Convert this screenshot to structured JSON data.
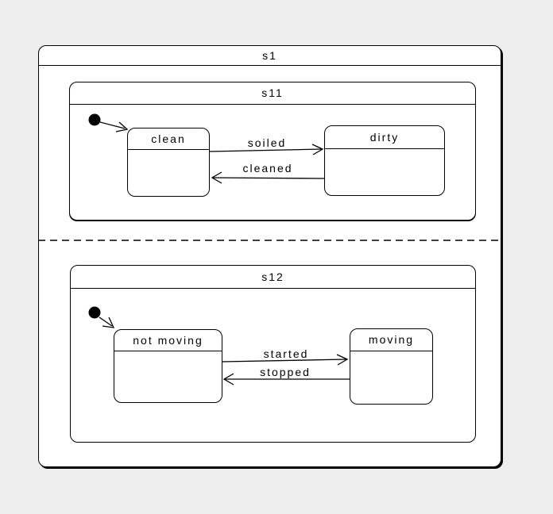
{
  "colors": {
    "background": "#ededed",
    "state_fill": "#ffffff",
    "stroke": "#000000"
  },
  "states": {
    "s1": {
      "label": "s1",
      "type": "composite",
      "regions": 2
    },
    "s11": {
      "label": "s11",
      "type": "composite"
    },
    "s12": {
      "label": "s12",
      "type": "composite"
    },
    "clean": {
      "label": "clean",
      "type": "simple"
    },
    "dirty": {
      "label": "dirty",
      "type": "simple"
    },
    "not_moving": {
      "label": "not moving",
      "type": "simple"
    },
    "moving": {
      "label": "moving",
      "type": "simple"
    }
  },
  "transitions": {
    "soiled": {
      "label": "soiled",
      "from": "clean",
      "to": "dirty"
    },
    "cleaned": {
      "label": "cleaned",
      "from": "dirty",
      "to": "clean"
    },
    "started": {
      "label": "started",
      "from": "not_moving",
      "to": "moving"
    },
    "stopped": {
      "label": "stopped",
      "from": "moving",
      "to": "not_moving"
    }
  },
  "initial_states": {
    "region_top": {
      "target": "clean"
    },
    "region_bottom": {
      "target": "not_moving"
    }
  },
  "icons": {
    "initial_state": "filled-black-circle",
    "arrowhead": "open-v-arrowhead"
  }
}
